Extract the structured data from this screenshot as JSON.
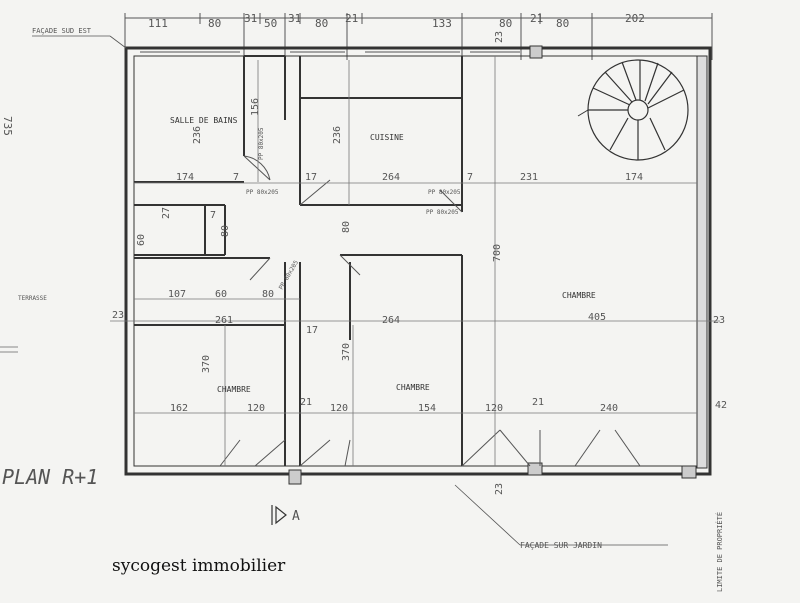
{
  "top_dims": [
    "111",
    "80",
    "31",
    "50",
    "31",
    "80",
    "21",
    "133",
    "80",
    "21",
    "80",
    "202"
  ],
  "annotations": {
    "facade_top": "FAÇADE SUD EST",
    "left_735": "735",
    "plan_title": "PLAN R+1",
    "arrow_a": "A",
    "facade_jardin": "FAÇADE SUR JARDIN",
    "limite": "LIMITE DE PROPRIÉTÉ",
    "left_note": "TERRASSE"
  },
  "rooms": {
    "salle_de_bains": "SALLE DE BAINS",
    "cuisine": "CUISINE",
    "chambre_right": "CHAMBRE",
    "chambre_left": "CHAMBRE",
    "chambre_mid": "CHAMBRE"
  },
  "dims": {
    "d236a": "236",
    "d156": "156",
    "d236b": "236",
    "d174a": "174",
    "d7a": "7",
    "d17a": "17",
    "d264a": "264",
    "d7b": "7",
    "d231": "231",
    "d174b": "174",
    "d27": "27",
    "d7c": "7",
    "d80a": "80",
    "d60a": "60",
    "d80b": "80",
    "d700": "700",
    "d107": "107",
    "d60b": "60",
    "d80c": "80",
    "d23a": "23",
    "d261": "261",
    "d17b": "17",
    "d264b": "264",
    "d405": "405",
    "d23b": "23",
    "d370a": "370",
    "d370b": "370",
    "d162": "162",
    "d120a": "120",
    "d21a": "21",
    "d120b": "120",
    "d154": "154",
    "d120c": "120",
    "d21b": "21",
    "d240": "240",
    "d42": "42",
    "d23c": "23",
    "d23d": "23",
    "door_a": "PP 80x205",
    "door_b": "PP 80x205",
    "door_c": "PP 80x205",
    "door_d": "PP 80x205",
    "door_e": "PP 80x205"
  },
  "brand": "sycogest immobilier"
}
